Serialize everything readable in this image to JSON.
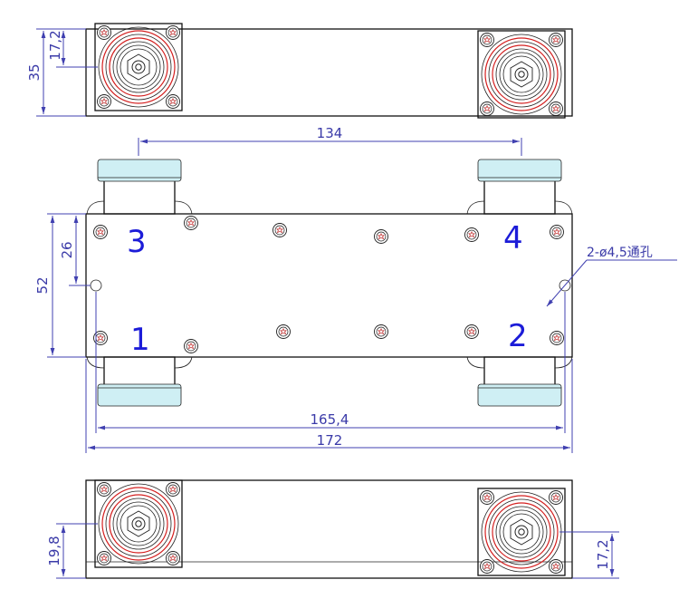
{
  "dimensions": {
    "top_height": "35",
    "top_connector_offset": "17,2",
    "connector_spacing": "134",
    "body_height": "52",
    "half_height": "26",
    "hole_spacing": "165,4",
    "total_length": "172",
    "bottom_connector_offset_left": "19,8",
    "bottom_connector_offset_right": "17,2"
  },
  "ports": {
    "p1": "1",
    "p2": "2",
    "p3": "3",
    "p4": "4"
  },
  "note": {
    "holes": "2-ø4,5通孔"
  },
  "colors": {
    "dimension": "#4040b0",
    "port_label": "#1c1cd8",
    "connector_ring": "#d42020",
    "connector_face": "#cfeff4"
  }
}
